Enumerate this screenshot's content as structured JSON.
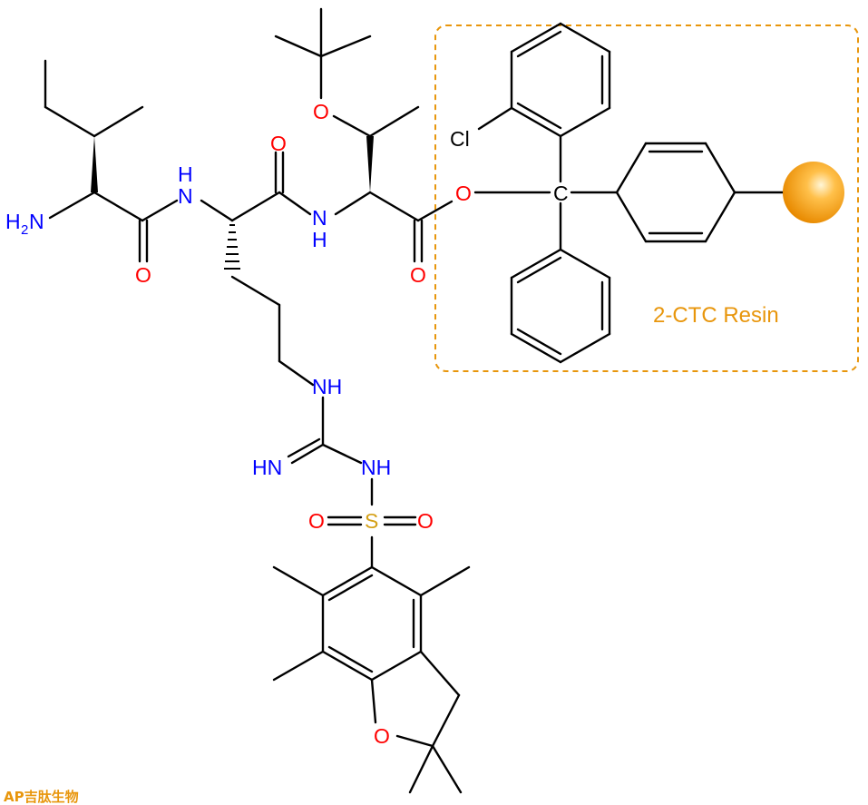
{
  "colors": {
    "bond": "#000000",
    "nitrogen": "#0000ff",
    "oxygen": "#ff0000",
    "sulfur": "#d4a017",
    "resin": "#e8960c",
    "watermark": "#e8960c"
  },
  "atoms": {
    "amine": "H",
    "amine_sub": "2",
    "amine_n": "N",
    "nh_1": "H",
    "nh_1n": "N",
    "nh_2": "N",
    "nh_2h": "H",
    "nh_3": "NH",
    "imine": "HN",
    "nh_4": "NH",
    "o_ile": "O",
    "o_arg": "O",
    "o_thr_ester": "O",
    "o_thr_carbonyl": "O",
    "o_tbu": "O",
    "s": "S",
    "o_s_left": "O",
    "o_s_right": "O",
    "o_furan": "O",
    "cl": "Cl",
    "c_trityl": "C"
  },
  "resin": {
    "label": "2-CTC Resin",
    "bead_icon": "resin-bead-icon"
  },
  "watermark": {
    "text": "AP吉肽生物"
  }
}
